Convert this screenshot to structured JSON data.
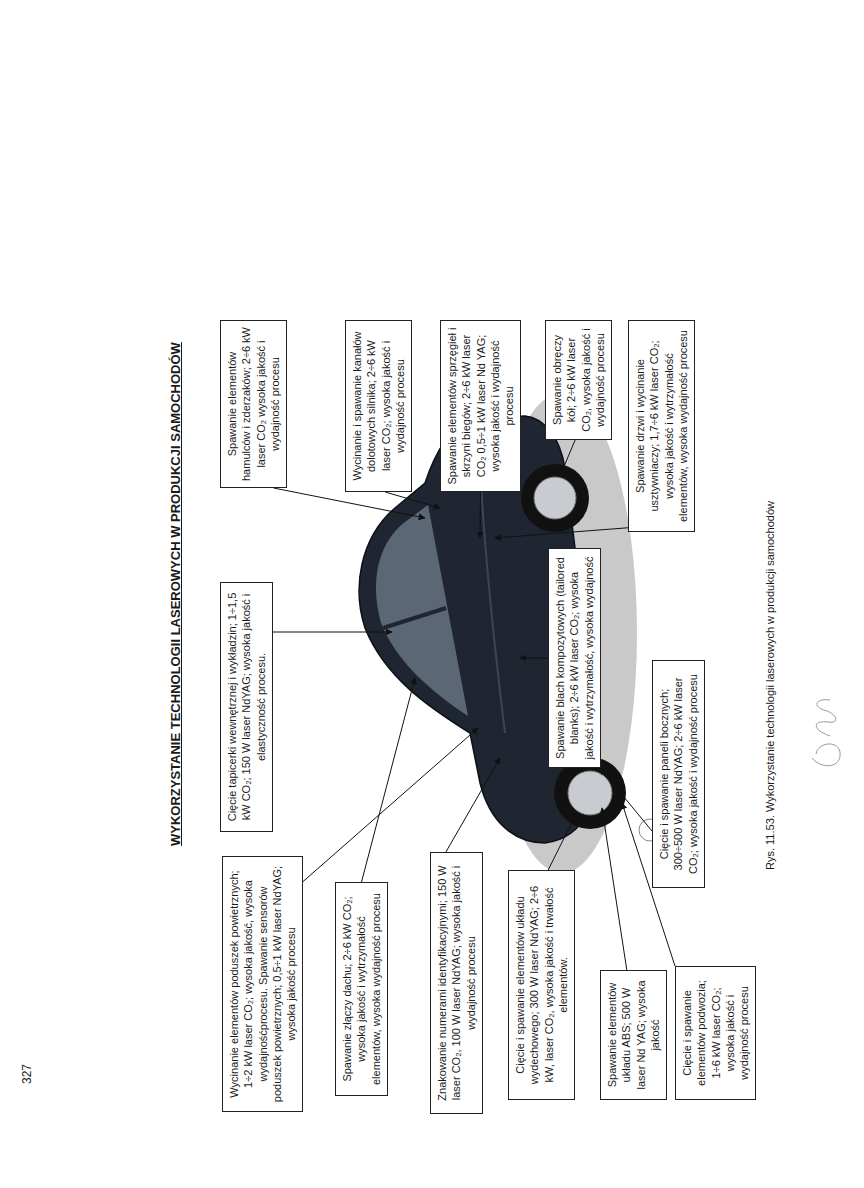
{
  "diagram": {
    "title": "WYKORZYSTANIE TECHNOLOGII LASEROWYCH W PRODUKCJI SAMOCHODÓW",
    "caption": "Rys. 11.53. Wykorzystanie technologii laserowych w produkcji samochodów",
    "nodes": [
      {
        "text": [
          "Wycinanie elementów poduszek powietrznych; 1÷2 kW laser CO₂; wysoka jakość, wysoka wydajnośćprocesu. Spawanie sensorów poduszek powietrznych; 0,5÷1 kW laser NdYAG; wysoka jakość procesu"
        ]
      },
      {
        "text": [
          "Cięcie tapicerki wewnętrznej i wykładzin; 1÷1,5 kW CO₂; 150 W laser NdYAG; wysoka jakość i elastyczność procesu."
        ]
      },
      {
        "text": [
          "Spawanie elementów hamulców i zderzaków; 2÷6 kW laser CO₂ wysoka jakość i wydajność procesu"
        ]
      },
      {
        "text": [
          "Spawanie złączy dachu; 2÷6 kW CO₂; wysoka jakość i wytrzymałość elementów, wysoka wydajność procesu"
        ]
      },
      {
        "text": [
          "Wycinanie i spawanie kanałów dolotowych silnika; 2÷6 kW laser CO₂; wysoka jakość i wydajność procesu"
        ]
      },
      {
        "text": [
          "Znakowanie numerami identyfikacyjnymi; 150 W laser CO₂, 100 W laser NdYAG; wysoka jakość i wydajność procesu"
        ]
      },
      {
        "text": [
          "Spawanie elementów sprzęgieł i skrzyni biegów; 2÷6 kW laser CO₂ 0,5÷1 kW laser Nd YAG; wysoka jakość i wydajność procesu"
        ]
      },
      {
        "text": [
          "Cięcie i spawanie elementów układu wydechowego; 300 W laser NdYAG; 2÷6 kW, laser CO₂, wysoka jakość i trwałość elementów."
        ]
      },
      {
        "text": [
          "Spawanie blach kompozytowych (tailored blanks); 2÷6 kW laser CO₂; wysoka jakość i wytrzymałość, wysoka wydajność"
        ]
      },
      {
        "text": [
          "Spawanie obręczy kół; 2÷6 kW laser CO₂, wysoka jakość i wydajność procesu"
        ]
      },
      {
        "text": [
          "Spawanie elementów układu ABS; 500 W laser Nd YAG; wysoka jakość"
        ]
      },
      {
        "text": [
          "Spawanie drzwi i wycinanie usztywniaczy; 1,7÷6 kW laser CO₂; wysoka jakość i wytrzymałość elementów, wysoka wydajność procesu"
        ]
      },
      {
        "text": [
          "Cięcie i spawanie paneli bocznych; 300÷500 W laser NdYAG; 2÷6 kW laser CO₂; wysoka jakość i wydajność procesu"
        ]
      },
      {
        "text": [
          "Cięcie i spawanie elementów podwozia; 1÷6 kW laser CO₂; wysoka jakość i wydajność procesu"
        ]
      }
    ],
    "labels": [
      "327"
    ]
  }
}
